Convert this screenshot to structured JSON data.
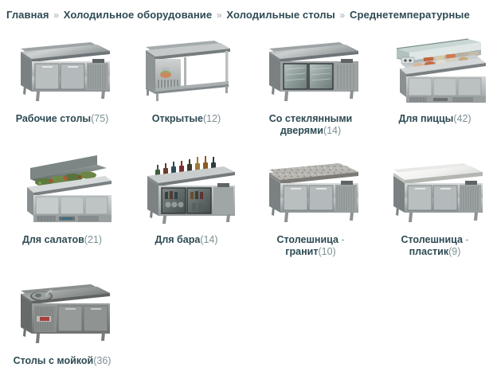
{
  "breadcrumb": {
    "separator": "»",
    "items": [
      {
        "label": "Главная",
        "current": false
      },
      {
        "label": "Холодильное оборудование",
        "current": false
      },
      {
        "label": "Холодильные столы",
        "current": false
      },
      {
        "label": "Среднетемпературные",
        "current": true
      }
    ]
  },
  "colors": {
    "link": "#2d4a53",
    "count": "#7d8f94",
    "background": "#ffffff"
  },
  "categories": [
    {
      "name": "Рабочие столы",
      "count": "(75)",
      "image_name": "work-table-two-door-stainless",
      "icon": "fridge-table-icon"
    },
    {
      "name": "Открытые",
      "count": "(12)",
      "image_name": "open-table-with-undershelf",
      "icon": "open-table-icon"
    },
    {
      "name": "Со стеклянными дверями",
      "count": "(14)",
      "image_name": "glass-door-refrigerated-table",
      "icon": "glass-door-table-icon"
    },
    {
      "name": "Для пиццы",
      "count": "(42)",
      "image_name": "pizza-prep-table-with-topping-rail",
      "icon": "pizza-table-icon"
    },
    {
      "name": "Для салатов",
      "count": "(21)",
      "image_name": "salad-prep-table-open-lid",
      "icon": "salad-table-icon"
    },
    {
      "name": "Для бара",
      "count": "(14)",
      "image_name": "bar-counter-with-bottles",
      "icon": "bar-table-icon"
    },
    {
      "name": "Столешница - гранит",
      "count": "(10)",
      "image_name": "granite-top-refrigerated-table",
      "icon": "granite-top-table-icon"
    },
    {
      "name": "Столешница - пластик",
      "count": "(9)",
      "image_name": "plastic-top-refrigerated-table",
      "icon": "plastic-top-table-icon"
    },
    {
      "name": "Столы с мойкой",
      "count": "(36)",
      "image_name": "table-with-sink-basin",
      "icon": "sink-table-icon"
    }
  ]
}
